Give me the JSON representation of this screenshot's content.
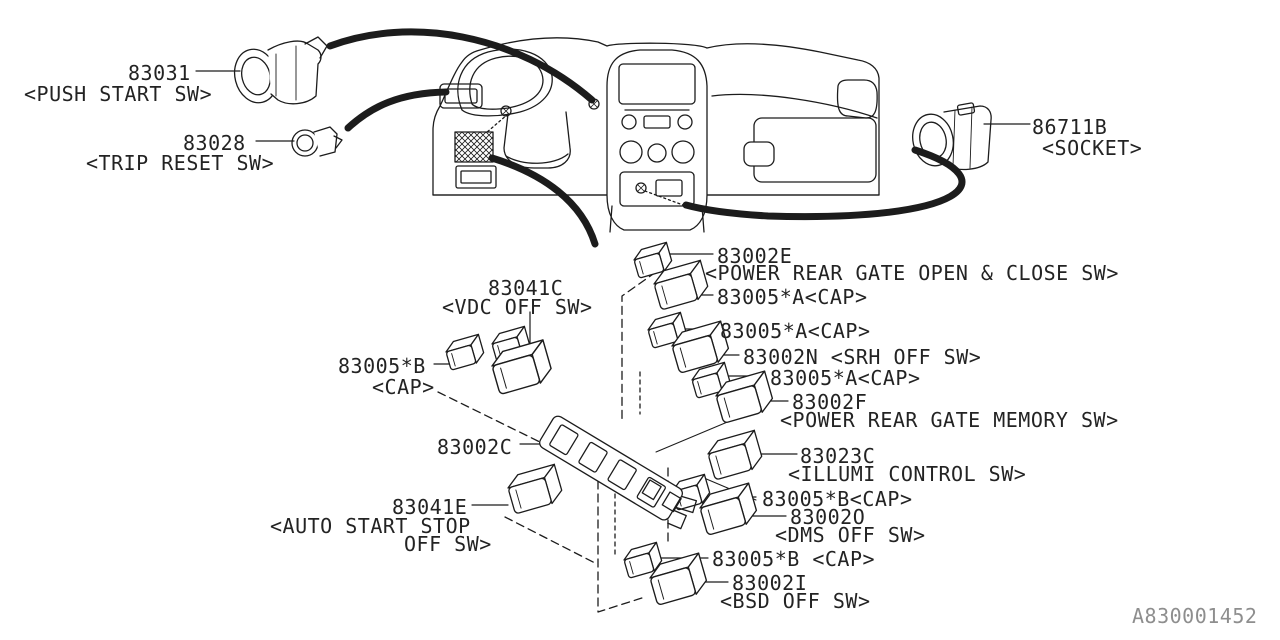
{
  "diagram": {
    "figure_code": "A830001452",
    "stroke_color": "#1c1c1c",
    "code_color": "#8e8e8e",
    "background": "#ffffff",
    "labels": [
      {
        "id": "n83031",
        "kind": "number",
        "text": "83031"
      },
      {
        "id": "c83031",
        "kind": "caption",
        "text": "<PUSH START SW>"
      },
      {
        "id": "n83028",
        "kind": "number",
        "text": "83028"
      },
      {
        "id": "c83028",
        "kind": "caption",
        "text": "<TRIP RESET SW>"
      },
      {
        "id": "n86711B",
        "kind": "number",
        "text": "86711B"
      },
      {
        "id": "c86711B",
        "kind": "caption",
        "text": "<SOCKET>"
      },
      {
        "id": "n83002E",
        "kind": "number",
        "text": "83002E"
      },
      {
        "id": "c83002E",
        "kind": "caption",
        "text": "<POWER REAR GATE OPEN & CLOSE SW>"
      },
      {
        "id": "capA1",
        "kind": "number",
        "text": "83005*A<CAP>"
      },
      {
        "id": "n83041C",
        "kind": "number",
        "text": "83041C"
      },
      {
        "id": "c83041C",
        "kind": "caption",
        "text": "<VDC OFF SW>"
      },
      {
        "id": "capB1a",
        "kind": "number",
        "text": "83005*B"
      },
      {
        "id": "capB1b",
        "kind": "caption",
        "text": "<CAP>"
      },
      {
        "id": "capA2",
        "kind": "number",
        "text": "83005*A<CAP>"
      },
      {
        "id": "n83002N",
        "kind": "number",
        "text": "83002N <SRH OFF SW>"
      },
      {
        "id": "capA3",
        "kind": "number",
        "text": "83005*A<CAP>"
      },
      {
        "id": "n83002F",
        "kind": "number",
        "text": "83002F"
      },
      {
        "id": "c83002F",
        "kind": "caption",
        "text": "<POWER REAR GATE MEMORY SW>"
      },
      {
        "id": "n83002C",
        "kind": "number",
        "text": "83002C"
      },
      {
        "id": "n83023C",
        "kind": "number",
        "text": "83023C"
      },
      {
        "id": "c83023C",
        "kind": "caption",
        "text": "<ILLUMI CONTROL SW>"
      },
      {
        "id": "capB2",
        "kind": "number",
        "text": "83005*B<CAP>"
      },
      {
        "id": "n83002O",
        "kind": "number",
        "text": "83002O"
      },
      {
        "id": "c83002O",
        "kind": "caption",
        "text": "<DMS OFF SW>"
      },
      {
        "id": "n83041E",
        "kind": "number",
        "text": "83041E"
      },
      {
        "id": "c83041E1",
        "kind": "caption",
        "text": "<AUTO START STOP"
      },
      {
        "id": "c83041E2",
        "kind": "caption",
        "text": "OFF SW>"
      },
      {
        "id": "capB3",
        "kind": "number",
        "text": "83005*B <CAP>"
      },
      {
        "id": "n83002I",
        "kind": "number",
        "text": "83002I"
      },
      {
        "id": "c83002I",
        "kind": "caption",
        "text": "<BSD OFF SW>"
      }
    ]
  }
}
